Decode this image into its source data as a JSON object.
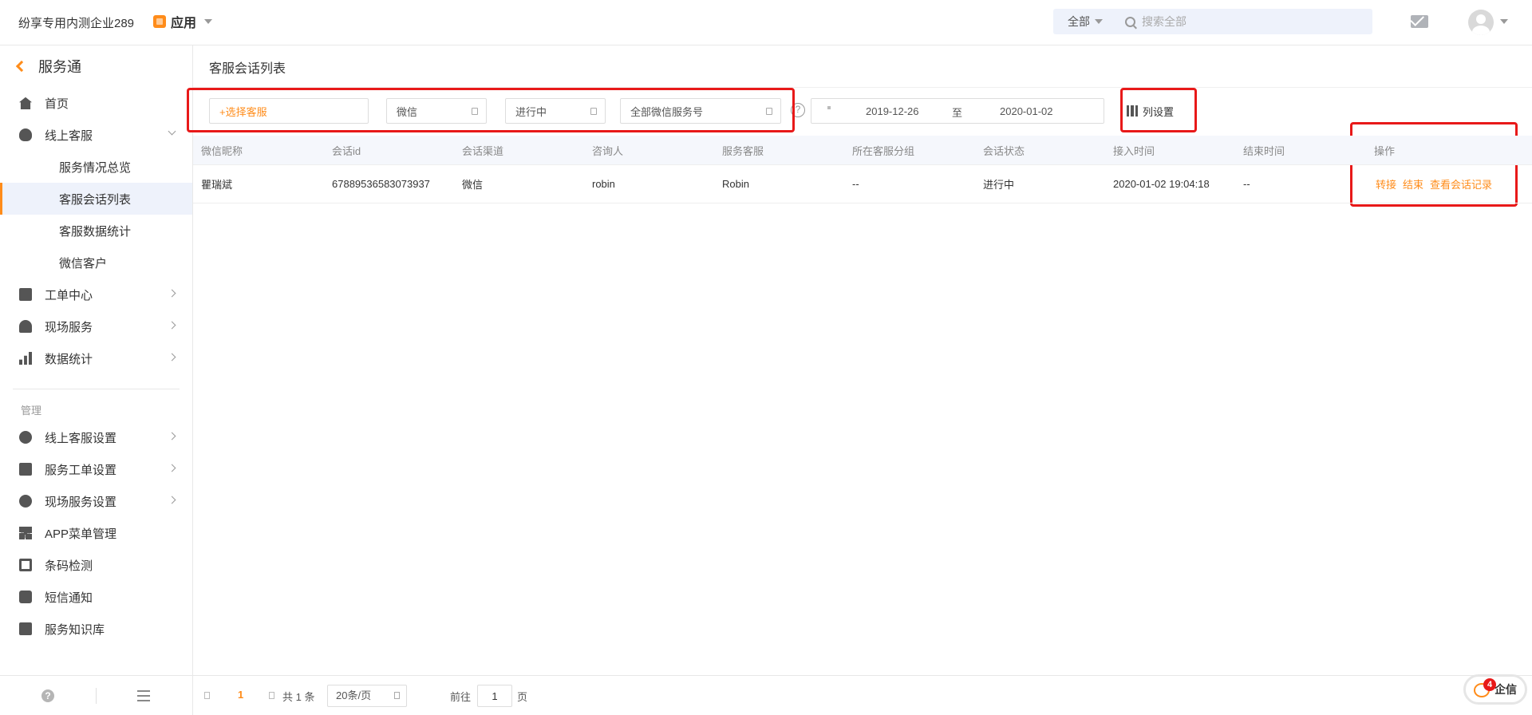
{
  "topbar": {
    "company": "纷享专用内测企业289",
    "app_label": "应用",
    "search_scope": "全部",
    "search_placeholder": "搜索全部"
  },
  "sidebar": {
    "title": "服务通",
    "items": [
      {
        "label": "首页",
        "icon": "home-icon"
      },
      {
        "label": "线上客服",
        "icon": "agent-icon",
        "expanded": true,
        "children": [
          "服务情况总览",
          "客服会话列表",
          "客服数据统计",
          "微信客户"
        ]
      },
      {
        "label": "工单中心",
        "icon": "ticket-icon"
      },
      {
        "label": "现场服务",
        "icon": "hardhat-icon"
      },
      {
        "label": "数据统计",
        "icon": "bar-chart-icon"
      }
    ],
    "active_child": "客服会话列表",
    "section_label": "管理",
    "manage_items": [
      {
        "label": "线上客服设置",
        "icon": "agent-settings-icon"
      },
      {
        "label": "服务工单设置",
        "icon": "ticket-settings-icon"
      },
      {
        "label": "现场服务设置",
        "icon": "field-settings-icon"
      },
      {
        "label": "APP菜单管理",
        "icon": "grid-icon"
      },
      {
        "label": "条码检测",
        "icon": "scan-icon"
      },
      {
        "label": "短信通知",
        "icon": "sms-icon"
      },
      {
        "label": "服务知识库",
        "icon": "book-icon"
      }
    ]
  },
  "main": {
    "title": "客服会话列表",
    "filters": {
      "agent": "+选择客服",
      "channel": "微信",
      "status": "进行中",
      "account": "全部微信服务号",
      "date_from": "2019-12-26",
      "date_sep": "至",
      "date_to": "2020-01-02",
      "column_settings": "列设置"
    },
    "columns": [
      "微信昵称",
      "会话id",
      "会话渠道",
      "咨询人",
      "服务客服",
      "所在客服分组",
      "会话状态",
      "接入时间",
      "结束时间",
      "操作"
    ],
    "rows": [
      {
        "nickname": "瞿瑞斌",
        "session_id": "67889536583073937",
        "channel": "微信",
        "consultant": "robin",
        "agent": "Robin",
        "group": "--",
        "status": "进行中",
        "start_time": "2020-01-02 19:04:18",
        "end_time": "--",
        "actions": [
          "转接",
          "结束",
          "查看会话记录"
        ]
      }
    ]
  },
  "pager": {
    "current": "1",
    "total": "共 1 条",
    "page_size": "20条/页",
    "goto_label": "前往",
    "goto_value": "1",
    "page_unit": "页"
  },
  "qixin": {
    "label": "企信",
    "badge": "4"
  },
  "colors": {
    "accent": "#ff8c1a",
    "highlight": "#e81919",
    "header_bg": "#f5f7fc"
  }
}
